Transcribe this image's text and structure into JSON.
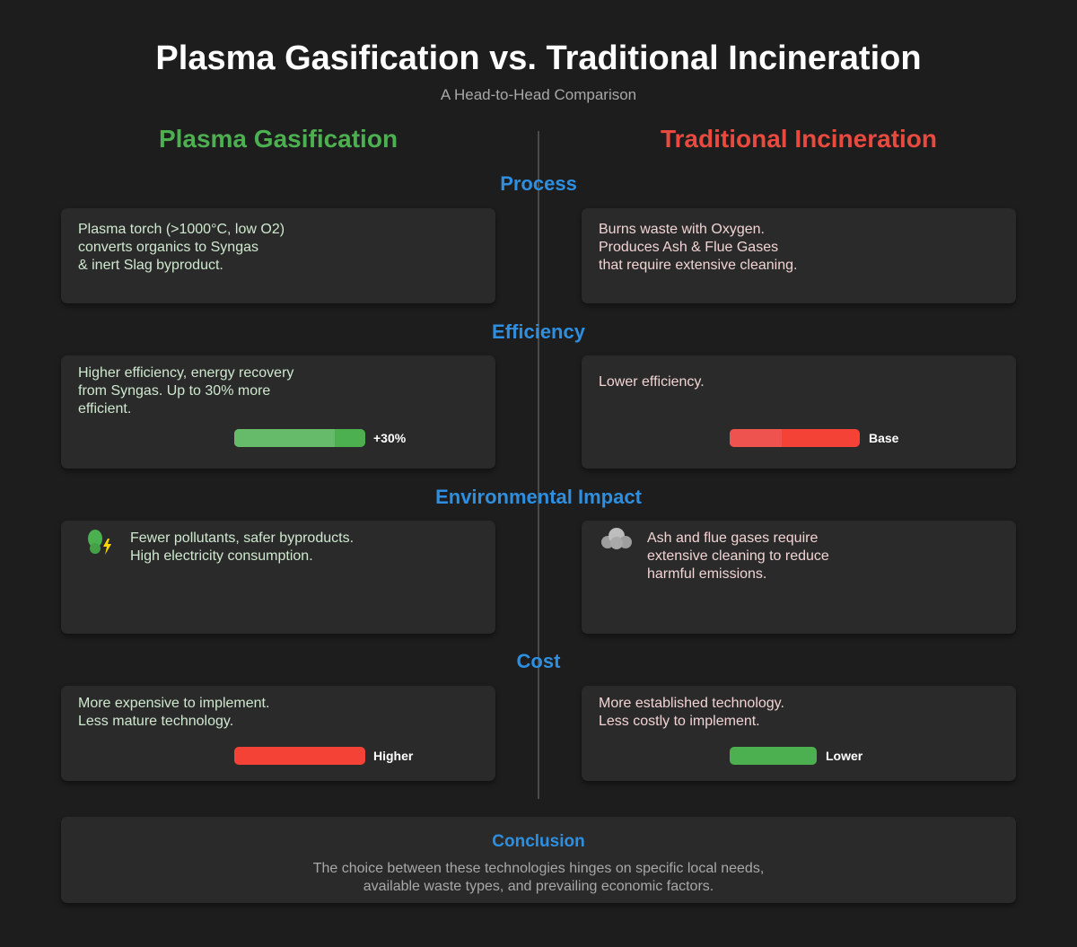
{
  "header": {
    "title": "Plasma Gasification vs. Traditional Incineration",
    "subtitle": "A Head-to-Head Comparison"
  },
  "columns": {
    "left": {
      "heading": "Plasma Gasification",
      "color": "#4caf50"
    },
    "right": {
      "heading": "Traditional Incineration",
      "color": "#e84a3f"
    }
  },
  "sections": {
    "process": {
      "title": "Process",
      "left_text": "Plasma torch (>1000°C, low O2)\nconverts organics to Syngas\n& inert Slag byproduct.",
      "right_text": "Burns waste with Oxygen.\nProduces Ash & Flue Gases\nthat require extensive cleaning."
    },
    "efficiency": {
      "title": "Efficiency",
      "left_text": "Higher efficiency, energy recovery\nfrom Syngas. Up to 30% more\nefficient.",
      "right_text": "Lower efficiency.",
      "left_bar": {
        "label": "+30%",
        "color": "#4caf50"
      },
      "right_bar": {
        "label": "Base",
        "color": "#f44336"
      }
    },
    "environmental": {
      "title": "Environmental Impact",
      "left_text": "Fewer pollutants, safer byproducts.\nHigh electricity consumption.",
      "right_text": "Ash and flue gases require\nextensive cleaning to reduce\nharmful emissions.",
      "left_icon": "plant-with-lightning-icon",
      "right_icon": "smoke-cloud-icon"
    },
    "cost": {
      "title": "Cost",
      "left_text": "More expensive to implement.\nLess mature technology.",
      "right_text": "More established technology.\nLess costly to implement.",
      "left_bar": {
        "label": "Higher",
        "color": "#f44336"
      },
      "right_bar": {
        "label": "Lower",
        "color": "#4caf50"
      }
    }
  },
  "conclusion": {
    "title": "Conclusion",
    "text": "The choice between these technologies hinges on specific local needs,\navailable waste types, and prevailing economic factors."
  }
}
